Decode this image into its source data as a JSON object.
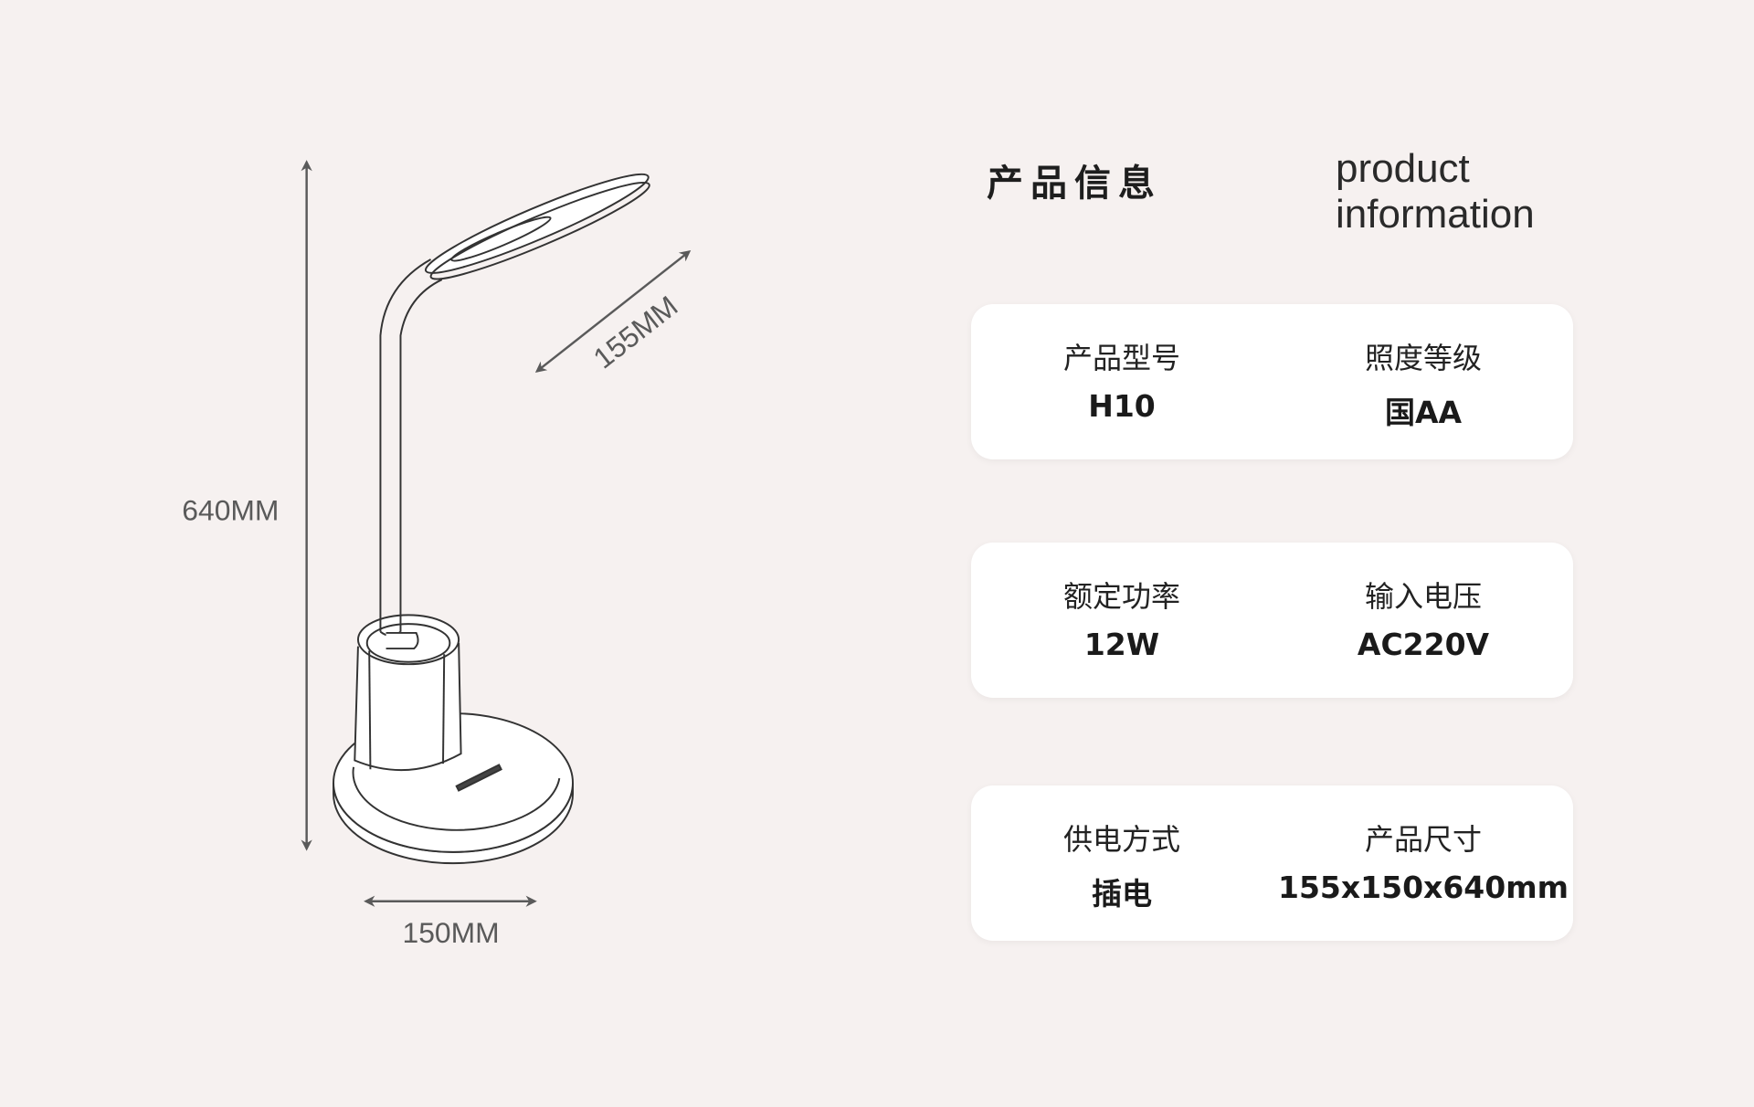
{
  "dimensions": {
    "height_label": "640MM",
    "width_label": "150MM",
    "head_label": "155MM"
  },
  "header": {
    "title_cn": "产品信息",
    "title_en_line1": "product",
    "title_en_line2": "information"
  },
  "specs": [
    {
      "label": "产品型号",
      "value": "H10"
    },
    {
      "label": "照度等级",
      "value": "国AA"
    },
    {
      "label": "额定功率",
      "value": "12W"
    },
    {
      "label": "输入电压",
      "value": "AC220V"
    },
    {
      "label": "供电方式",
      "value": "插电"
    },
    {
      "label": "产品尺寸",
      "value": "155x150x640mm"
    }
  ],
  "colors": {
    "background": "#f6f1f0",
    "card": "#ffffff",
    "line": "#333333",
    "dimension": "#5a5a5a"
  }
}
